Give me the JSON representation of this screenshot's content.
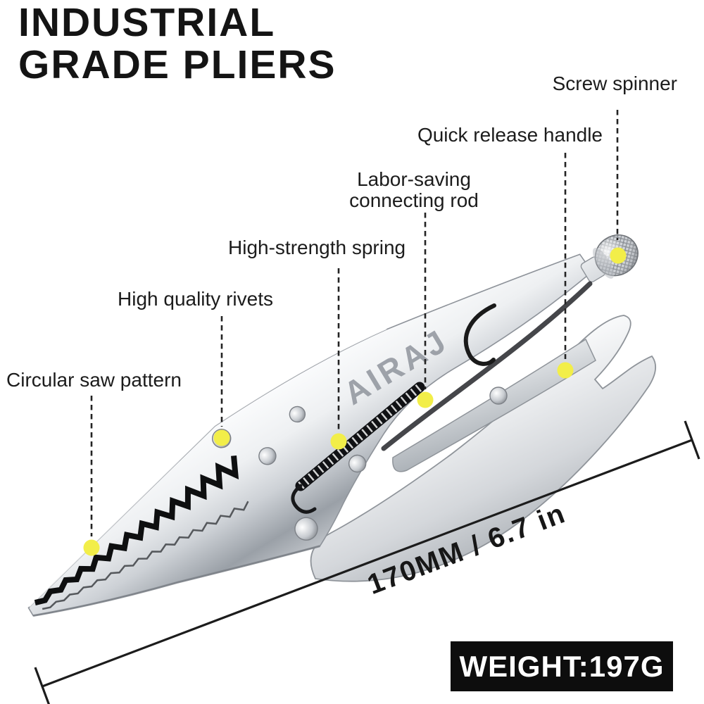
{
  "title": {
    "line1": "INDUSTRIAL",
    "line2": "GRADE PLIERS"
  },
  "brand": {
    "name": "AIRAJ"
  },
  "callouts": [
    {
      "id": "screw-spinner",
      "label": "Screw spinner"
    },
    {
      "id": "quick-release-handle",
      "label": "Quick release handle"
    },
    {
      "id": "connecting-rod",
      "label": "Labor-saving connecting rod"
    },
    {
      "id": "spring",
      "label": "High-strength spring"
    },
    {
      "id": "rivets",
      "label": "High quality rivets"
    },
    {
      "id": "saw-pattern",
      "label": "Circular saw pattern"
    }
  ],
  "dimension": {
    "label": "170MM / 6.7 in"
  },
  "weight": {
    "label": "WEIGHT:197G"
  },
  "colors": {
    "accent_yellow": "#f2ee49",
    "ink": "#1c1c1c",
    "badge_bg": "#0d0d0d",
    "badge_text": "#ffffff",
    "chrome_light": "#f7f8f9",
    "chrome_mid": "#cdd1d6",
    "chrome_dark": "#9aa0a7",
    "brand_gray": "#90959d"
  }
}
